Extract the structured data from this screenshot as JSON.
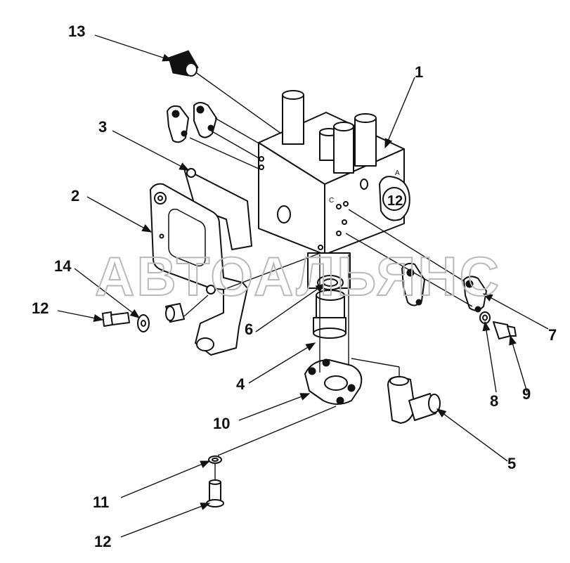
{
  "watermark": "АВТОАЛЬЯНС",
  "callouts": {
    "c1": "1",
    "c2": "2",
    "c3": "3",
    "c4": "4",
    "c5": "5",
    "c6": "6",
    "c7": "7",
    "c8": "8",
    "c9": "9",
    "c10": "10",
    "c11": "11",
    "c12a": "12",
    "c12b": "12",
    "c13": "13",
    "c14": "14"
  },
  "block_marking": "12",
  "block_letter_a": "A",
  "block_letter_c": "C"
}
